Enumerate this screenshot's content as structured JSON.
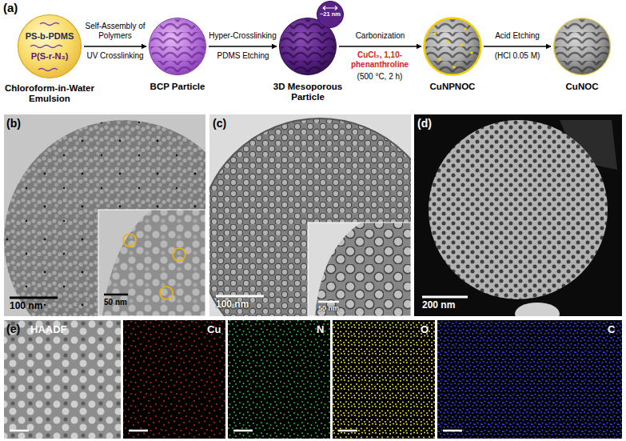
{
  "diagram": {
    "nodes": [
      {
        "text": [
          "PS-b-PDMS",
          "P(S-r-N₃)",
          "Chloroform-in-Water Emulsion"
        ]
      },
      {
        "text": [
          "BCP Particle"
        ]
      },
      {
        "text": [
          "3D Mesoporous Particle"
        ]
      },
      {
        "text": [
          "~21 nm"
        ]
      },
      {
        "text": [
          "CuNPNOC"
        ]
      },
      {
        "text": [
          "CuNOC"
        ]
      }
    ],
    "edges": [
      {
        "from": 0,
        "to": 1,
        "arrow": "to",
        "label": "Self-Assembly of Polymers"
      },
      {
        "from": 1,
        "to": 2,
        "arrow": "to",
        "label": "Hyper-Crosslinking"
      },
      {
        "from": 2,
        "to": 4,
        "arrow": "to",
        "label": "Carbonization"
      },
      {
        "from": 4,
        "to": 5,
        "arrow": "to",
        "label": "Acid Etching"
      }
    ],
    "labels": [
      "(a)",
      "UV Crosslinking",
      "PDMS Etching",
      "CuCl₂, 1,10-phenanthroline",
      "(500 °C, 2 h)",
      "(HCl 0.05 M)",
      "(b)",
      "100 nm",
      "50 nm",
      "(c)",
      "100 nm",
      "50 nm",
      "(d)",
      "200 nm",
      "(e)",
      "HAADF",
      "Cu",
      "N",
      "O",
      "C"
    ]
  }
}
